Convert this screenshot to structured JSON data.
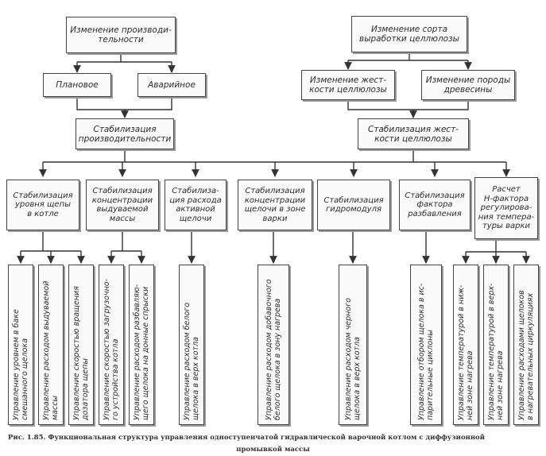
{
  "diagram": {
    "top": {
      "production_change": "Изменение производи-\nтельности",
      "grade_change": "Изменение сорта\nвыработки целлюлозы"
    },
    "second": {
      "planned": "Плановое",
      "emergency": "Аварийное",
      "hardness_change": "Изменение жест-\nкости целлюлозы",
      "wood_change": "Изменение породы\nдревесины"
    },
    "third": {
      "prod_stab": "Стабилизация\nпроизводительности",
      "hard_stab": "Стабилизация жест-\nкости целлюлозы"
    },
    "level4": [
      "Стабилизация\nуровня щепы\nв котле",
      "Стабилизация\nконцентрации\nвыдуваемой\nмассы",
      "Стабилиза-\nция расхода\nактивной\nщелочи",
      "Стабилизация\nконцентрации\nщелочи в зоне\nварки",
      "Стабилизация\nгидромодуля",
      "Стабилизация\nфактора\nразбавления",
      "Расчет\nН-фактора\nрегулирова-\nния темпера-\nтуры варки"
    ],
    "level5": [
      "Управление уровнем в баке\nсмешанного щелока",
      "Управление расходом выдуваемой\nмассы",
      "Управление скоростью вращения\nдозатора щепы",
      "Управление скоростью загрузочно-\nго устройства котла",
      "Управление расходом разбавляю-\nщего щелока на донные спрыски",
      "Управление расходом белого\nщелока в верх котла",
      "Управление расходом добавочного\nбелого щелока в зону нагрева",
      "Управление расходом черного\nщелока в верх котла",
      "Управление отбором щелока в ис-\nпарительные циклоны",
      "Управление температурой в ниж-\nней зоне нагрева",
      "Управление температурой в верх-\nней зоне нагрева",
      "Управление расходами щелоков\nв нагревательных циркуляциях"
    ]
  },
  "caption": {
    "line1": "Рис. 1.85. Функциональная структура управления одноступенчатой гидравлической варочной котлом с диффузионной",
    "line2": "промывкой массы"
  }
}
